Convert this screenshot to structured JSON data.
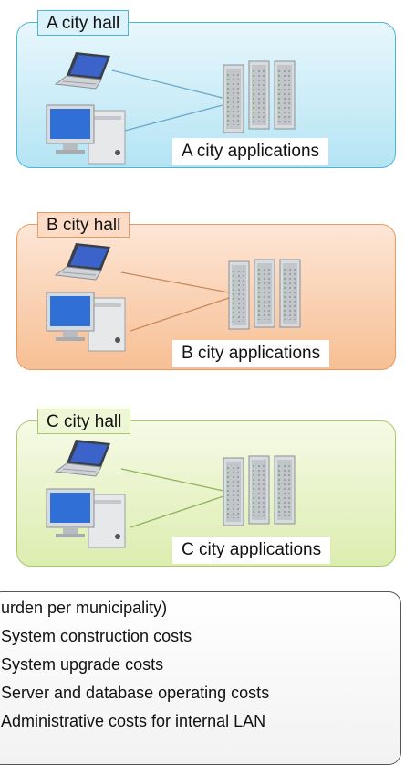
{
  "panels": [
    {
      "hall": "A city hall",
      "applications": "A city applications"
    },
    {
      "hall": "B city hall",
      "applications": "B city applications"
    },
    {
      "hall": "C city hall",
      "applications": "C city applications"
    }
  ],
  "costs": {
    "heading": "urden per municipality)",
    "items": [
      "System construction costs",
      "System upgrade costs",
      "Server and database operating costs",
      "Administrative costs for internal LAN"
    ]
  },
  "colors": {
    "panel_a": "#b5e4f4",
    "panel_b": "#f7bf94",
    "panel_c": "#dcedb0"
  }
}
